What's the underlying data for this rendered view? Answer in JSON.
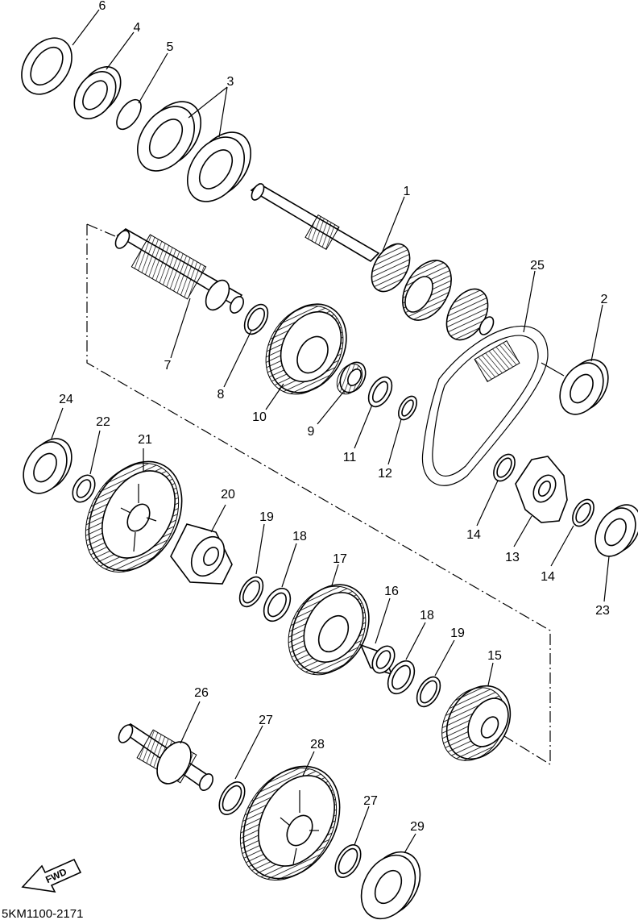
{
  "diagram_code": "5KM1100-2171",
  "fwd_label": "FWD",
  "callouts": [
    "6",
    "4",
    "5",
    "3",
    "1",
    "25",
    "2",
    "7",
    "8",
    "10",
    "9",
    "11",
    "12",
    "24",
    "22",
    "21",
    "20",
    "19",
    "18",
    "17",
    "16",
    "18",
    "19",
    "15",
    "14",
    "13",
    "14",
    "23",
    "26",
    "27",
    "28",
    "27",
    "29"
  ]
}
